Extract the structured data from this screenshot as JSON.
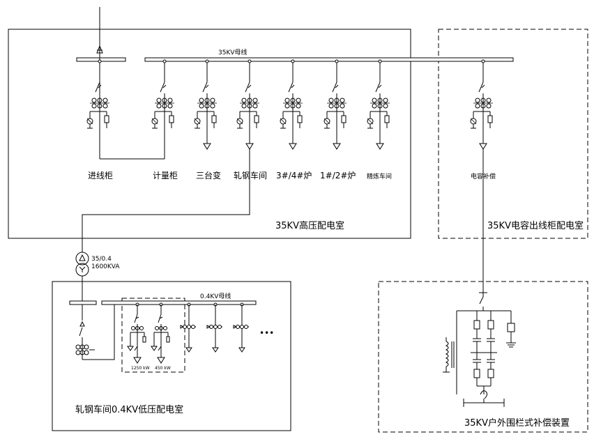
{
  "busbars": {
    "hv": "35KV母线",
    "lv": "0.4KV母线"
  },
  "feeders": {
    "incoming": "进线柜",
    "metering": "计量柜",
    "three_transformers": "三台变",
    "rolling_mill": "轧钢车间",
    "furnace_34": "3#/4#炉",
    "furnace_12": "1#/2#炉",
    "refining": "精炼车间",
    "capacitor": "电容补偿"
  },
  "rooms": {
    "hv_room": "35KV高压配电室",
    "cap_room": "35KV电容出线柜配电室",
    "lv_room": "轧钢车间0.4KV低压配电室",
    "outdoor": "35KV户外围栏式补偿装置"
  },
  "transformer": {
    "ratio": "35/0.4",
    "rating": "1600KVA"
  },
  "lv_feeders": {
    "tag1": "1250 kW",
    "tag2": "450 kW",
    "more": "•••"
  },
  "icons": [
    "arrester-icon",
    "disconnect-switch-icon",
    "current-transformer-icon",
    "transformer-icon",
    "fuse-icon",
    "ground-icon",
    "reactor-icon"
  ]
}
